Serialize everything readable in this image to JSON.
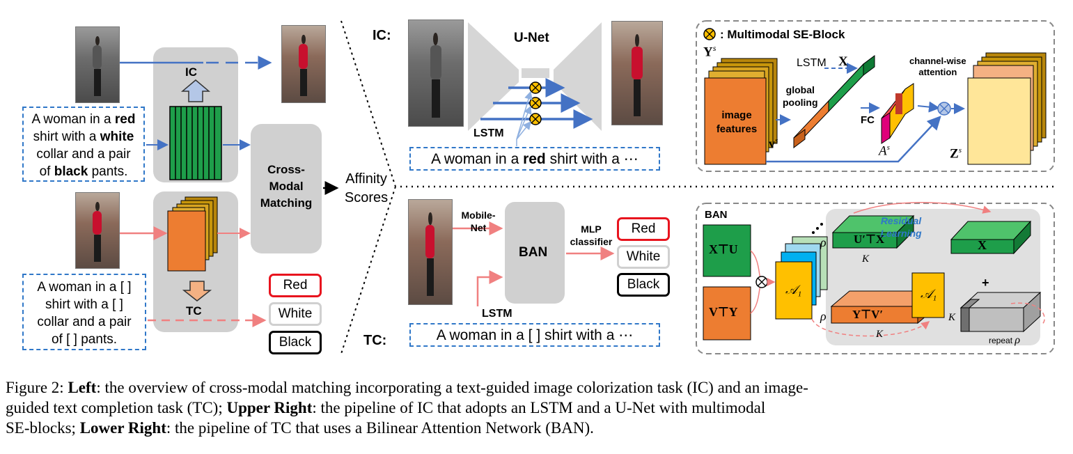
{
  "left": {
    "ic_label": "IC",
    "tc_label": "TC",
    "cmm_label": "Cross-Modal Matching",
    "cmm_lines": [
      "Cross-",
      "Modal",
      "Matching"
    ],
    "affinity_lines": [
      "Affinity",
      "Scores"
    ],
    "text_full": [
      [
        {
          "t": "A woman in a ",
          "b": false
        },
        {
          "t": "red",
          "b": true
        }
      ],
      [
        {
          "t": "shirt with a ",
          "b": false
        },
        {
          "t": "white",
          "b": true
        }
      ],
      [
        {
          "t": "collar and a pair",
          "b": false
        }
      ],
      [
        {
          "t": "of ",
          "b": false
        },
        {
          "t": "black",
          "b": true
        },
        {
          "t": " pants.",
          "b": false
        }
      ]
    ],
    "text_masked": [
      "A woman in a [   ]",
      "shirt with a [   ]",
      "collar and a pair",
      "of [   ] pants."
    ],
    "options": [
      "Red",
      "White",
      "Black"
    ]
  },
  "ic": {
    "label": "IC:",
    "unet_label": "U-Net",
    "lstm_label": "LSTM",
    "sentence_prefix": "A woman in a ",
    "sentence_bold": "red",
    "sentence_suffix": " shirt with a ⋯"
  },
  "se_block": {
    "title": ": Multimodal SE-Block",
    "ys": "Y",
    "ys_sup": "s",
    "lstm": "LSTM",
    "x": "X",
    "channel_attention_lines": [
      "channel-wise",
      "attention"
    ],
    "global_pooling_lines": [
      "global",
      "pooling"
    ],
    "image_features_lines": [
      "image",
      "features"
    ],
    "vs": "v",
    "vs_sup": "s",
    "fc": "FC",
    "as": "A",
    "as_sup": "s",
    "zs": "Z",
    "zs_sup": "s"
  },
  "tc": {
    "label": "TC:",
    "mobilenet_lines": [
      "Mobile-",
      "Net"
    ],
    "ban_label": "BAN",
    "mlp_lines": [
      "MLP",
      "classifier"
    ],
    "lstm_label": "LSTM",
    "options": [
      "Red",
      "White",
      "Black"
    ],
    "sentence": "A woman in a [   ] shirt with a ⋯"
  },
  "ban": {
    "title": "BAN",
    "xu": "X⊤U",
    "vy": "V⊤Y",
    "a1": "𝒜₁",
    "rho": "ρ",
    "k": "K",
    "ux": "U′⊤X",
    "x": "X",
    "yv": "Y⊤V′",
    "plus": "+",
    "repeat": "repeat",
    "residual_lines": [
      "Residual",
      "Learning"
    ]
  },
  "colors": {
    "blue_arrow": "#4472c4",
    "pink_arrow": "#f08080",
    "green": "#1e9e4a",
    "orange": "#ed7d31",
    "gold": "#b8860b",
    "red_option": "#e8141e",
    "gray_box": "#d0d0d0"
  },
  "caption": [
    [
      {
        "t": "Figure 2: ",
        "b": false
      },
      {
        "t": "Left",
        "b": true
      },
      {
        "t": ": the overview of cross-modal matching incorporating a text-guided image colorization task (IC) and an image-",
        "b": false
      }
    ],
    [
      {
        "t": "guided text completion task (TC); ",
        "b": false
      },
      {
        "t": "Upper Right",
        "b": true
      },
      {
        "t": ":  the pipeline of IC that adopts an LSTM and a U-Net with multimodal",
        "b": false
      }
    ],
    [
      {
        "t": "SE-blocks; ",
        "b": false
      },
      {
        "t": "Lower Right",
        "b": true
      },
      {
        "t": ": the pipeline of TC that uses a Bilinear Attention Network (BAN).",
        "b": false
      }
    ]
  ]
}
